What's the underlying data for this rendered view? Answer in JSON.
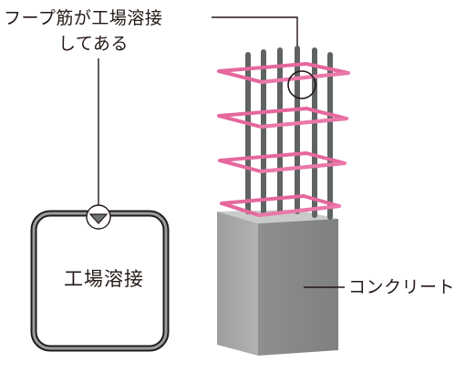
{
  "callout": {
    "line1": "フープ筋が工場溶接",
    "line2": "してある"
  },
  "section": {
    "label": "工場溶接"
  },
  "concrete": {
    "label": "コンクリート"
  },
  "colors": {
    "hoop": "#e5679d",
    "rebar": "#6b7072",
    "concrete_front": "#a3a5a6",
    "concrete_top": "#c7c8c8",
    "concrete_side": "#8b8d8e",
    "line": "#231815"
  }
}
